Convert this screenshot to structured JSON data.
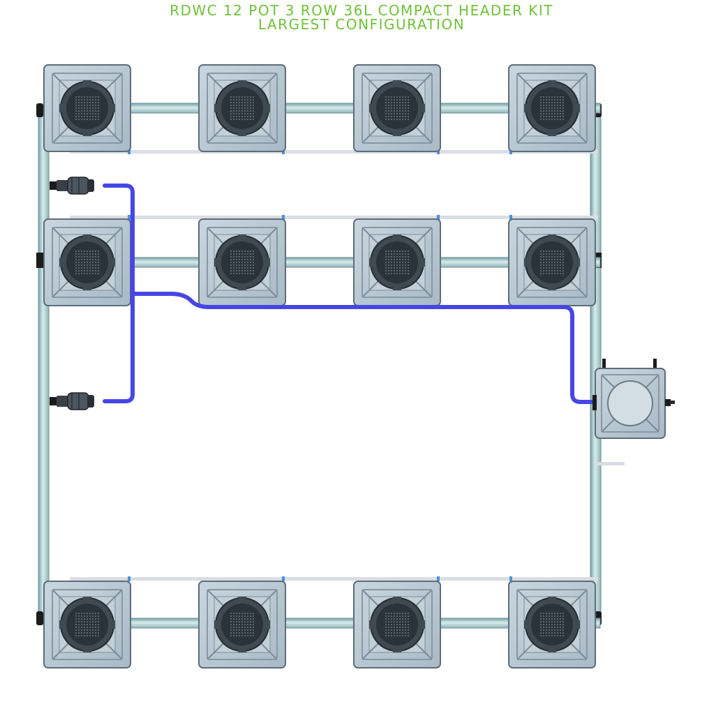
{
  "title_line1": "RDWC 12 POT 3 ROW 36L COMPACT HEADER KIT",
  "title_line2": "LARGEST CONFIGURATION",
  "colors": {
    "title": "#6fc13a",
    "pot_body": "#b4c4cf",
    "pot_edge": "#5d6d79",
    "net_basket": "#2e3840",
    "pipe": "#9fc3c4",
    "hose": "#4646e6",
    "bar": "#dadde3"
  },
  "layout": {
    "pots": 12,
    "rows": 3,
    "pots_per_row": 4,
    "reservoir": 1,
    "pumps": 2
  }
}
